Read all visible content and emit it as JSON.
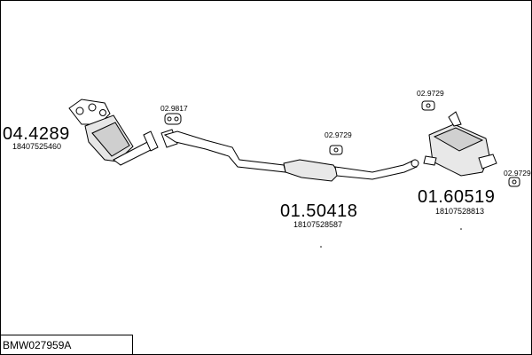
{
  "title": "BMW027959A",
  "parts": [
    {
      "code": "04.4289",
      "oe": "18407525460"
    },
    {
      "code": "02.9817"
    },
    {
      "code": "02.9729"
    },
    {
      "code": "01.50418",
      "oe": "18107528587"
    },
    {
      "code": "02.9729"
    },
    {
      "code": "01.60519",
      "oe": "18107528813"
    },
    {
      "code": "02.9729"
    }
  ],
  "colors": {
    "line": "#000000",
    "fill": "#ffffff",
    "shade": "#bdbdbd"
  }
}
